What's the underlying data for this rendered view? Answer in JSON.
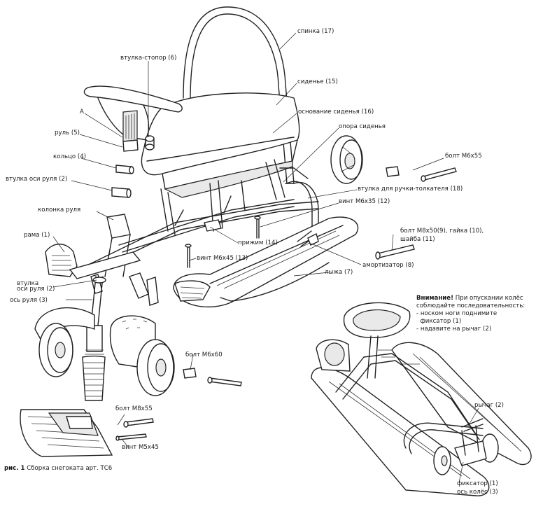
{
  "labels": {
    "backrest": "спинка (17)",
    "stopper_sleeve": "втулка-стопор (6)",
    "seat": "сиденье (15)",
    "a_mark": "А",
    "seat_base": "основание сиденья (16)",
    "steering_wheel": "руль (5)",
    "seat_support": "опора сиденья",
    "ring": "кольцо (4)",
    "bolt_m6x55": "болт М6х55",
    "steering_axle_sleeve_top": "втулка оси руля (2)",
    "pusher_handle_sleeve": "втулка для ручки-толкателя (18)",
    "screw_m6x35": "винт М6х35 (12)",
    "steering_column": "колонка руля",
    "frame": "рама (1)",
    "bolt_m8x50": "болт М8х50(9), гайка (10),",
    "washer": "шайба (11)",
    "clamp": "прижим (14)",
    "screw_m6x45": "винт М6х45 (13)",
    "shock_absorber": "амортизатор (8)",
    "ski": "лыжа (7)",
    "steering_axle_sleeve_bottom_1": "втулка",
    "steering_axle_sleeve_bottom_2": "оси руля (2)",
    "steering_axle": "ось руля (3)",
    "bolt_m6x60": "болт М6х60",
    "bolt_m8x55": "болт М8х55",
    "screw_m5x45": "винт М5х45",
    "lever": "рычаг (2)",
    "latch": "фиксатор (1)",
    "wheel_axle": "ось колёс (3)"
  },
  "note": {
    "title": "Внимание!",
    "line1_rest": " При опускании колёс",
    "line2": "соблюдайте последовательность:",
    "line3": "- носком ноги поднимите",
    "line4": "  фиксатор (1)",
    "line5": "- надавите на рычаг (2)"
  },
  "caption": {
    "prefix": "рис. 1",
    "text": " Сборка снегоката арт. ТС6"
  }
}
